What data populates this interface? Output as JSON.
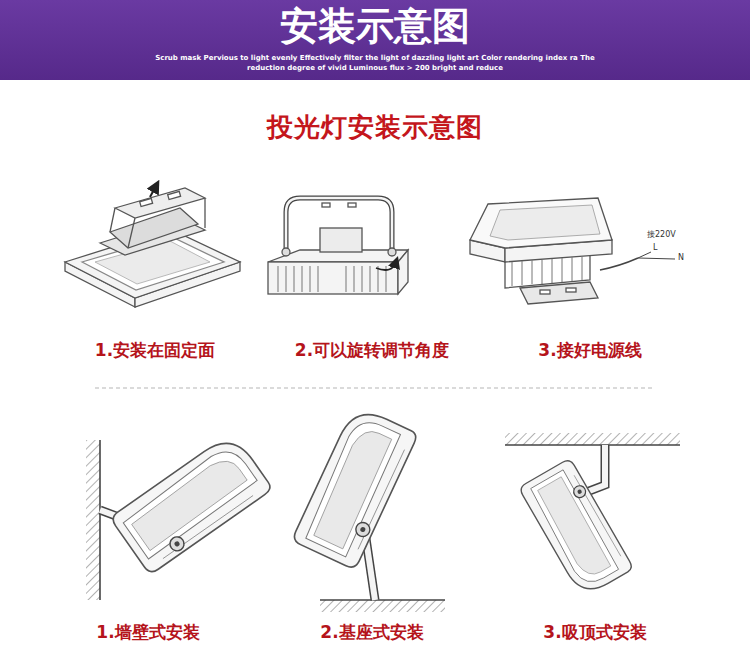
{
  "diagram": {
    "title": "投光灯安装示意图",
    "nodes": [
      {
        "text": [
          "安装示意图",
          "Scrub mask Pervious to light evenly Effectively filter the light of dazzling light art Color rendering index ra The reduction degree of vivid Luminous flux > 200 bright and reduce"
        ]
      }
    ],
    "labels": [
      "接220V",
      "L",
      "N",
      "1.安装在固定面",
      "2.可以旋转调节角度",
      "3.接好电源线",
      "1.墙壁式安装",
      "2.基座式安装",
      "3.吸顶式安装"
    ]
  }
}
